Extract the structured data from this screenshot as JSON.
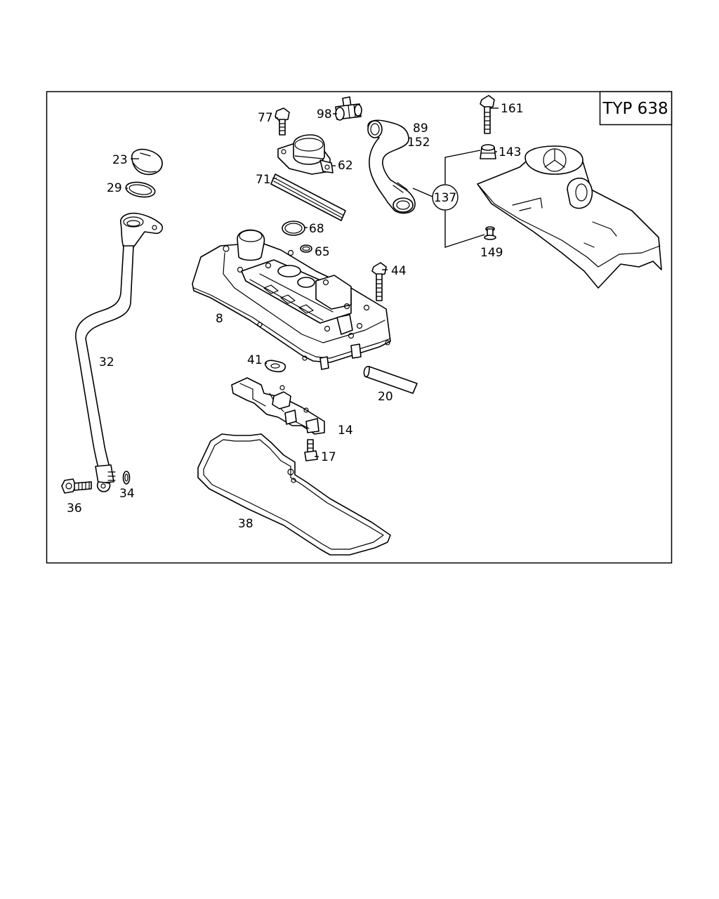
{
  "type_box": {
    "text": "TYP 638"
  },
  "callouts": [
    {
      "id": "23",
      "text": "23"
    },
    {
      "id": "29",
      "text": "29"
    },
    {
      "id": "32",
      "text": "32"
    },
    {
      "id": "36",
      "text": "36"
    },
    {
      "id": "34",
      "text": "34"
    },
    {
      "id": "77",
      "text": "77"
    },
    {
      "id": "98",
      "text": "98"
    },
    {
      "id": "62",
      "text": "62"
    },
    {
      "id": "71",
      "text": "71"
    },
    {
      "id": "68",
      "text": "68"
    },
    {
      "id": "65",
      "text": "65"
    },
    {
      "id": "8",
      "text": "8"
    },
    {
      "id": "44",
      "text": "44"
    },
    {
      "id": "89",
      "text": "89"
    },
    {
      "id": "152",
      "text": "152"
    },
    {
      "id": "161",
      "text": "161"
    },
    {
      "id": "143",
      "text": "143"
    },
    {
      "id": "137",
      "text": "137"
    },
    {
      "id": "149",
      "text": "149"
    },
    {
      "id": "41",
      "text": "41"
    },
    {
      "id": "20",
      "text": "20"
    },
    {
      "id": "14",
      "text": "14"
    },
    {
      "id": "17",
      "text": "17"
    },
    {
      "id": "38",
      "text": "38"
    }
  ]
}
